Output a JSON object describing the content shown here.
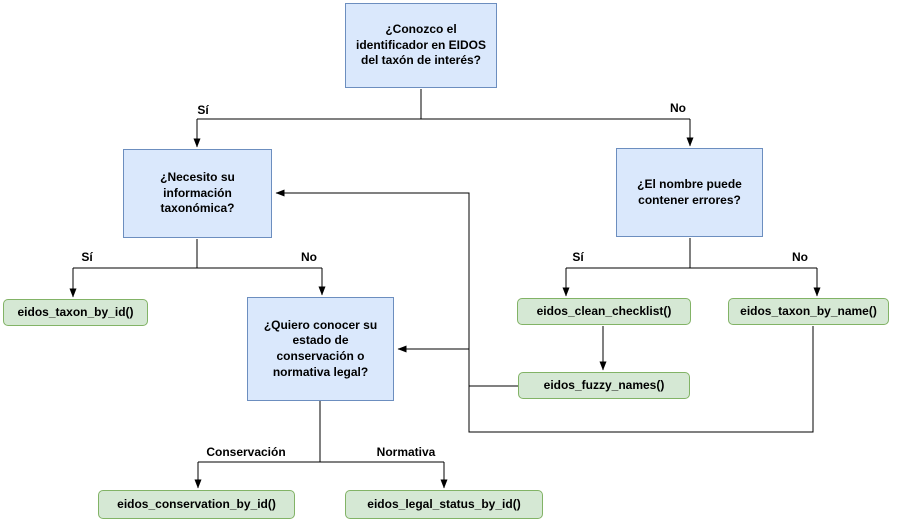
{
  "colors": {
    "background": "#ffffff",
    "question_fill": "#dae8fc",
    "question_border": "#6c8ebf",
    "function_fill": "#d5e8d4",
    "function_border": "#82b366",
    "line": "#000000"
  },
  "nodes": {
    "conozco_id": {
      "label": "¿Conozco el identificador en EIDOS del taxón de interés?"
    },
    "necesito_taxonomia": {
      "label": "¿Necesito su información taxonómica?"
    },
    "nombre_errores": {
      "label": "¿El nombre puede contener errores?"
    },
    "conservacion_normativa": {
      "label": "¿Quiero conocer su estado de conservación o normativa legal?"
    },
    "taxon_by_id": {
      "label": "eidos_taxon_by_id()"
    },
    "clean_checklist": {
      "label": "eidos_clean_checklist()"
    },
    "taxon_by_name": {
      "label": "eidos_taxon_by_name()"
    },
    "fuzzy_names": {
      "label": "eidos_fuzzy_names()"
    },
    "conservation_by_id": {
      "label": "eidos_conservation_by_id()"
    },
    "legal_status_by_id": {
      "label": "eidos_legal_status_by_id()"
    }
  },
  "edge_labels": {
    "root_yes": "Sí",
    "root_no": "No",
    "taxonomia_yes": "Sí",
    "taxonomia_no": "No",
    "errores_yes": "Sí",
    "errores_no": "No",
    "conservacion": "Conservación",
    "normativa": "Normativa"
  }
}
